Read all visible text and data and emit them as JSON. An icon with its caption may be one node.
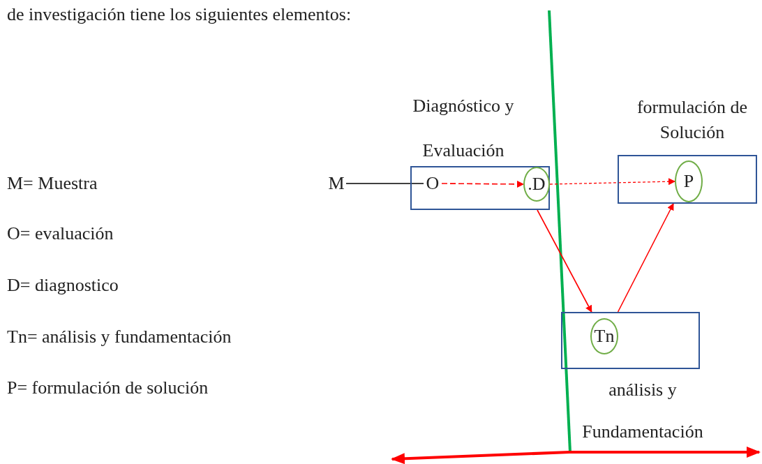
{
  "diagram": {
    "nodes": [
      {
        "text": [
          "M"
        ]
      },
      {
        "text": [
          "Diagnóstico y Evaluación"
        ]
      },
      {
        "text": [
          "O"
        ],
        "in": 1
      },
      {
        "text": [
          ".D"
        ],
        "in": 1
      },
      {
        "text": [
          "formulación de Solución"
        ]
      },
      {
        "text": [
          "P"
        ],
        "in": 4
      },
      {
        "text": [
          "análisis y Fundamentación"
        ]
      },
      {
        "text": [
          "Tn"
        ],
        "in": 6
      }
    ],
    "edges": [
      {
        "from": 0,
        "to": 2,
        "arrow": "none",
        "color": "#000000"
      },
      {
        "from": 2,
        "to": 3,
        "arrow": "to",
        "style": "dashed"
      },
      {
        "from": 3,
        "to": 5,
        "arrow": "to",
        "style": "dashed"
      },
      {
        "from": 1,
        "to": 6,
        "arrow": "to"
      },
      {
        "from": 6,
        "to": 4,
        "arrow": "to"
      }
    ],
    "labels": [
      "de investigación tiene los siguientes elementos:",
      "M= Muestra",
      "O= evaluación",
      "D= diagnostico",
      "Tn= análisis y fundamentación",
      "P= formulación de solución"
    ]
  }
}
